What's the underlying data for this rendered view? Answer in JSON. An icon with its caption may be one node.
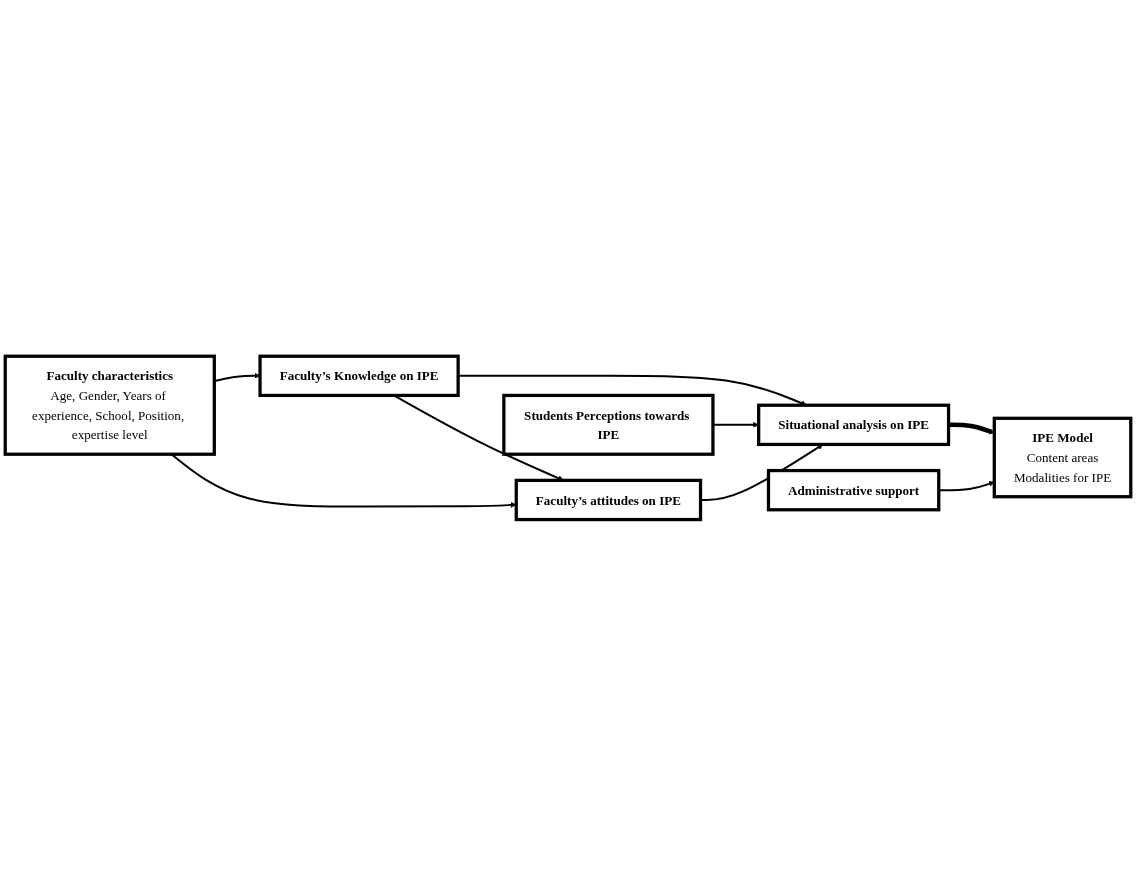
{
  "diagram": {
    "nodes": [
      {
        "text": [
          "Faculty’s Knowledge on IPE"
        ]
      },
      {
        "text": [
          "Situational analysis on IPE"
        ]
      },
      {
        "text": [
          "IPE Model",
          "Content areas",
          "Modalities for IPE"
        ]
      },
      {
        "text": [
          "Faculty’s attitudes on IPE"
        ]
      },
      {
        "text": [
          "Students Perceptions towards IPE"
        ]
      },
      {
        "text": [
          "Administrative support"
        ]
      },
      {
        "text": [
          "Faculty characteristics",
          "Age, Gender, Years of experience, School, Position, expertise level"
        ]
      }
    ],
    "edges": [
      {
        "from": 6,
        "to": 0,
        "arrow": "to"
      },
      {
        "from": 6,
        "to": 3,
        "arrow": "to"
      },
      {
        "from": 0,
        "to": 1,
        "arrow": "to"
      },
      {
        "from": 0,
        "to": 3,
        "arrow": "to"
      },
      {
        "from": 3,
        "to": 1,
        "arrow": "to"
      },
      {
        "from": 4,
        "to": 1,
        "arrow": "to"
      },
      {
        "from": 1,
        "to": 2,
        "arrow": "to",
        "style": "thick"
      },
      {
        "from": 5,
        "to": 2,
        "arrow": "to"
      }
    ]
  }
}
